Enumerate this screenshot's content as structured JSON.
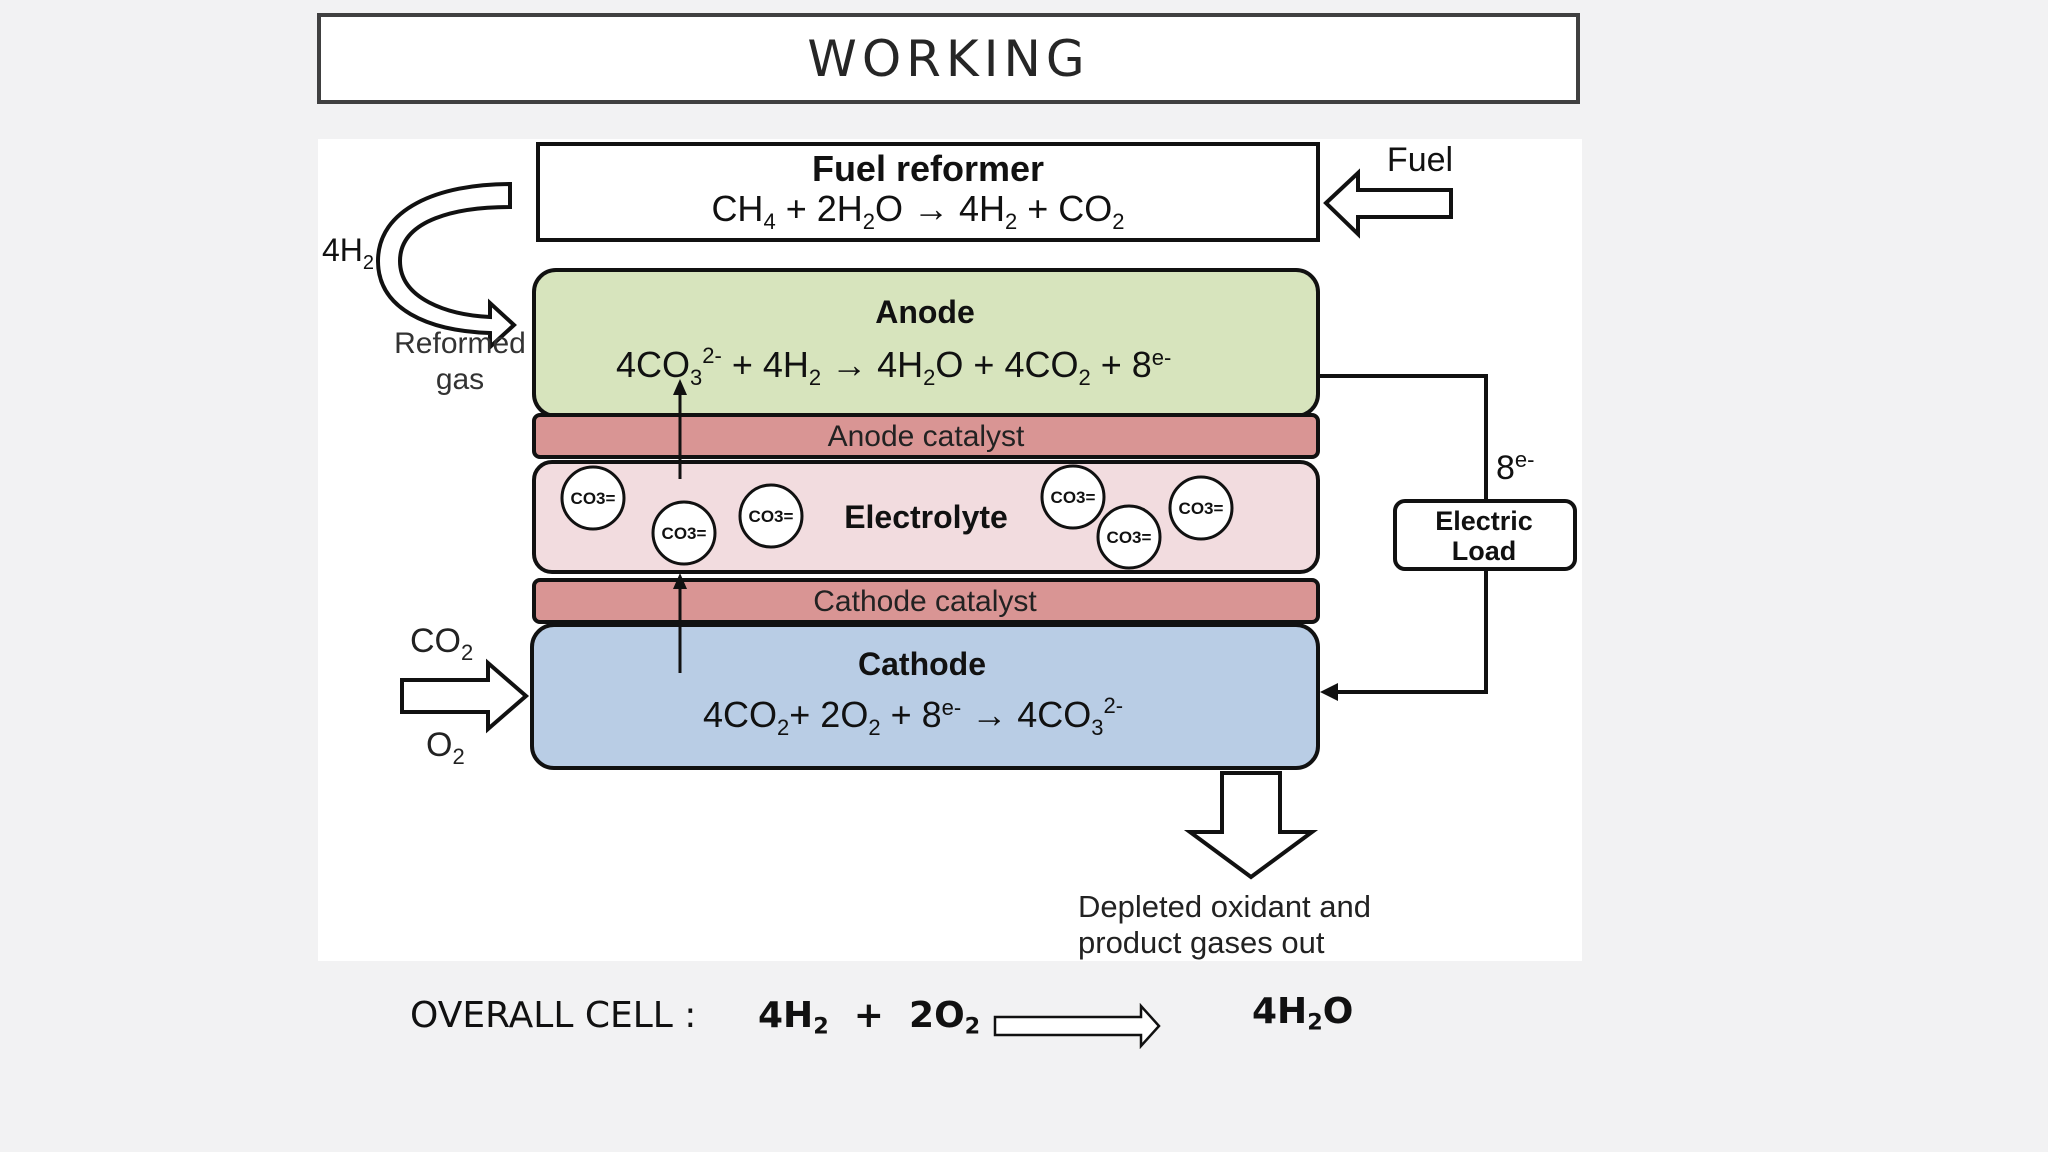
{
  "slide": {
    "title": "WORKING"
  },
  "diagram": {
    "reformer": {
      "title": "Fuel reformer",
      "eq": [
        "CH",
        "4",
        " + 2H",
        "2",
        "O → 4H",
        "2",
        " + CO",
        "2"
      ]
    },
    "fuel_label": "Fuel",
    "h2_label": [
      "4H",
      "2"
    ],
    "reformed_label_1": "Reformed",
    "reformed_label_2": "gas",
    "anode": {
      "title": "Anode",
      "eq": [
        "4CO",
        "3",
        "2-",
        " + 4H",
        "2",
        " → 4H",
        "2",
        "O + 4CO",
        "2",
        " + 8",
        "e-"
      ]
    },
    "anode_catalyst": "Anode catalyst",
    "electrolyte": {
      "title": "Electrolyte",
      "ion": "CO3="
    },
    "cathode_catalyst": "Cathode catalyst",
    "cathode": {
      "title": "Cathode",
      "eq": [
        "4CO",
        "2",
        "+ 2O",
        "2",
        " + 8",
        "e-",
        " → 4CO",
        "3",
        "2-"
      ]
    },
    "co2_label": [
      "CO",
      "2"
    ],
    "o2_label": [
      "O",
      "2"
    ],
    "electrons_label": [
      "8",
      "e-"
    ],
    "load_label_1": "Electric",
    "load_label_2": "Load",
    "depleted_label_1": "Depleted oxidant and",
    "depleted_label_2": "product gases out",
    "colors": {
      "anode": "#d7e4bd",
      "anode_catalyst": "#d99594",
      "electrolyte": "#f2dcdf",
      "cathode_catalyst": "#d99594",
      "cathode": "#b9cde5"
    }
  },
  "overall": {
    "label": "OVERALL CELL :",
    "lhs": [
      "4H",
      "2",
      "  +  2O",
      "2"
    ],
    "rhs": [
      "4H",
      "2",
      "O"
    ]
  }
}
